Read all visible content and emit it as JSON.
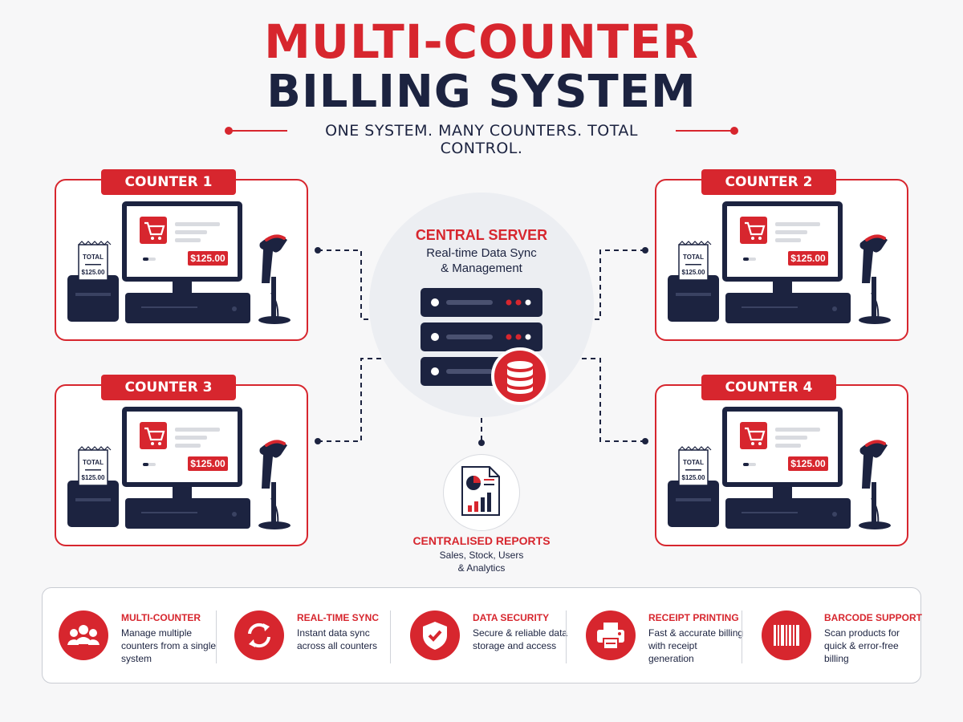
{
  "header": {
    "title_line1": "MULTI-COUNTER",
    "title_line2": "BILLING SYSTEM",
    "tagline": "ONE SYSTEM. MANY COUNTERS. TOTAL CONTROL."
  },
  "counters": [
    {
      "label": "COUNTER 1",
      "receipt_label": "TOTAL",
      "receipt_amount": "$125.00",
      "screen_price": "$125.00"
    },
    {
      "label": "COUNTER 2",
      "receipt_label": "TOTAL",
      "receipt_amount": "$125.00",
      "screen_price": "$125.00"
    },
    {
      "label": "COUNTER 3",
      "receipt_label": "TOTAL",
      "receipt_amount": "$125.00",
      "screen_price": "$125.00"
    },
    {
      "label": "COUNTER 4",
      "receipt_label": "TOTAL",
      "receipt_amount": "$125.00",
      "screen_price": "$125.00"
    }
  ],
  "server": {
    "title": "CENTRAL SERVER",
    "subtitle_line1": "Real-time Data Sync",
    "subtitle_line2": "& Management"
  },
  "reports": {
    "title": "CENTRALISED REPORTS",
    "subtitle_line1": "Sales, Stock, Users",
    "subtitle_line2": "& Analytics"
  },
  "features": [
    {
      "title": "MULTI-COUNTER",
      "desc": "Manage multiple counters from a single system",
      "icon": "users-icon"
    },
    {
      "title": "REAL-TIME SYNC",
      "desc": "Instant data sync across all counters",
      "icon": "sync-icon"
    },
    {
      "title": "DATA SECURITY",
      "desc": "Secure & reliable data storage and access",
      "icon": "shield-check-icon"
    },
    {
      "title": "RECEIPT PRINTING",
      "desc": "Fast & accurate billing with receipt generation",
      "icon": "printer-icon"
    },
    {
      "title": "BARCODE SUPPORT",
      "desc": "Scan products for quick & error-free billing",
      "icon": "barcode-icon"
    }
  ],
  "colors": {
    "accent_red": "#d7262e",
    "navy": "#1c2340",
    "background": "#f7f7f8"
  }
}
